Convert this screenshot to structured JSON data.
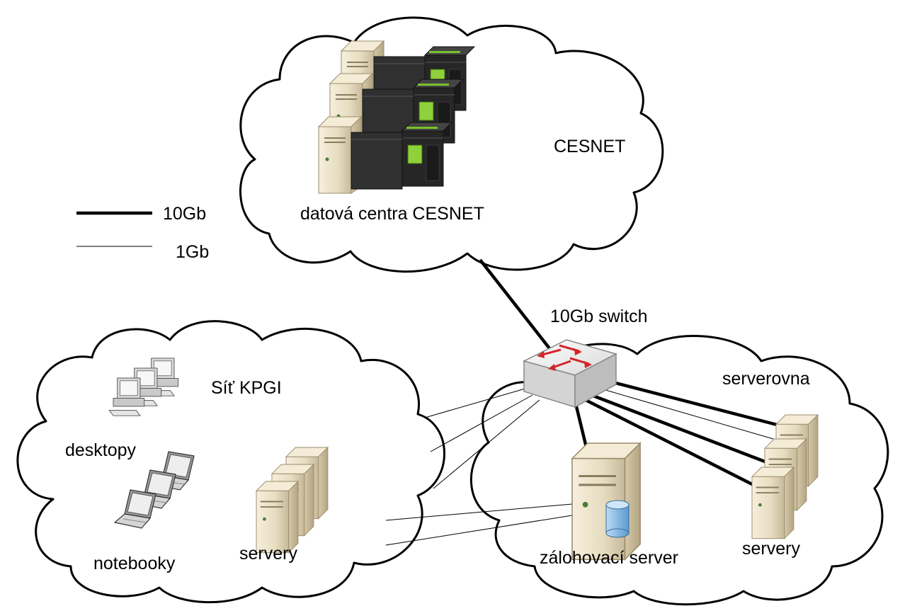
{
  "legend": {
    "thick_label": "10Gb",
    "thin_label": "1Gb"
  },
  "clouds": {
    "cesnet": {
      "title": "CESNET",
      "datacenter_label": "datová centra CESNET"
    },
    "kpgi": {
      "title": "Síť KPGI",
      "desktops_label": "desktopy",
      "notebooks_label": "notebooky",
      "servers_label": "servery"
    },
    "serverovna": {
      "title": "serverovna",
      "backup_label": "zálohovací server",
      "servers_label": "servery"
    }
  },
  "switch": {
    "label": "10Gb switch"
  },
  "icons": {
    "server_group": "server-rack-icon",
    "tape_library": "tape-library-icon",
    "desktop": "desktop-computer-icon",
    "notebook": "laptop-icon",
    "switch": "network-switch-icon",
    "database": "database-icon"
  },
  "colors": {
    "server_beige": "#e6dcc0",
    "rack_black": "#222222",
    "library_green": "#7ac22b",
    "switch_red": "#d3252b",
    "db_blue": "#8cc0e6"
  }
}
